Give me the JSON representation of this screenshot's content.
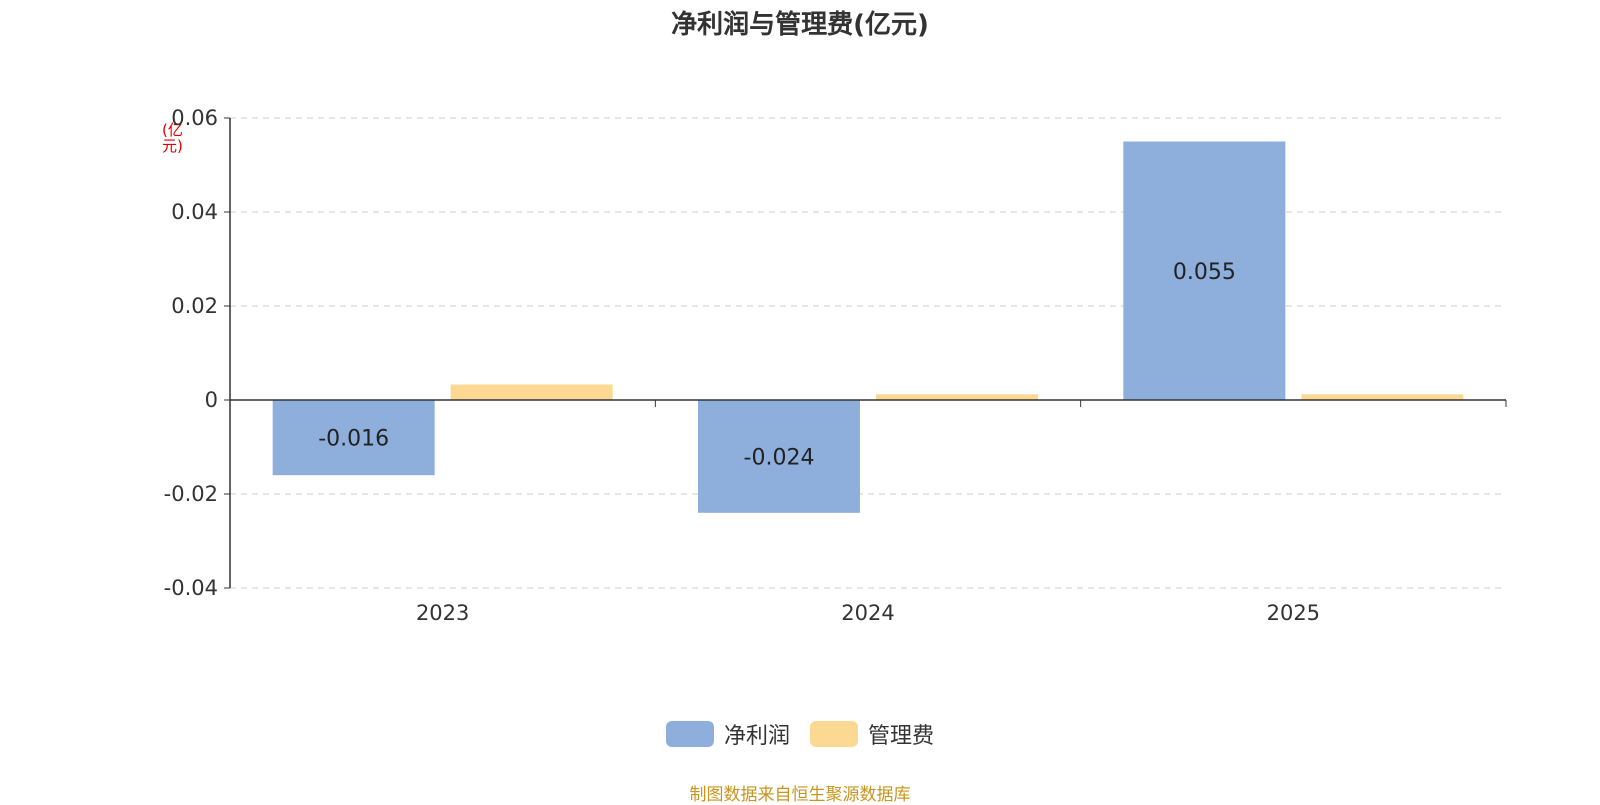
{
  "chart_data": {
    "type": "bar",
    "title": "净利润与管理费(亿元)",
    "ylabel": "(亿元)",
    "categories": [
      "2023",
      "2024",
      "2025"
    ],
    "series": [
      {
        "name": "净利润",
        "values": [
          -0.016,
          -0.024,
          0.055
        ],
        "color": "#8eaedb",
        "data_labels": [
          "-0.016",
          "-0.024",
          "0.055"
        ]
      },
      {
        "name": "管理费",
        "values": [
          0.0033,
          0.0012,
          0.0012
        ],
        "color": "#fcd993"
      }
    ],
    "ylim": [
      -0.04,
      0.06
    ],
    "yticks": [
      -0.04,
      -0.02,
      0,
      0.02,
      0.04,
      0.06
    ],
    "ytick_labels": [
      "-0.04",
      "-0.02",
      "0",
      "0.02",
      "0.04",
      "0.06"
    ],
    "grid": true,
    "legend_position": "bottom"
  },
  "footer": {
    "source": "制图数据来自恒生聚源数据库"
  }
}
